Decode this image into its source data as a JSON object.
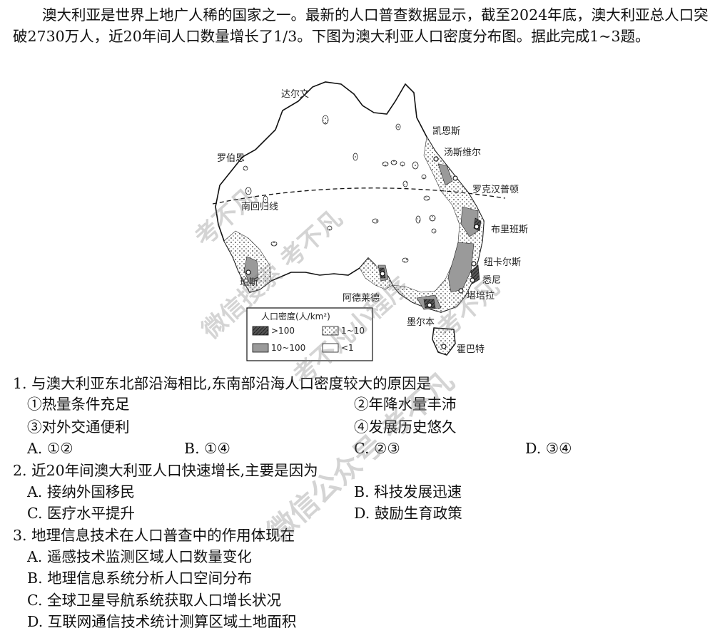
{
  "intro": "澳大利亚是世界上地广人稀的国家之一。最新的人口普查数据显示，截至2024年底，澳大利亚总人口突破2730万人，近20年间人口数量增长了1/3。下图为澳大利亚人口密度分布图。据此完成1~3题。",
  "map": {
    "cities": {
      "darwin": "达尔文",
      "cairns": "凯恩斯",
      "townsville": "汤斯维尔",
      "broome": "罗伯恩",
      "rockhampton": "罗克汉普顿",
      "tropic": "南回归线",
      "brisbane": "布里班斯",
      "newcastle": "纽卡尔斯",
      "sydney": "悉尼",
      "canberra": "堪培拉",
      "perth": "珀斯",
      "adelaide": "阿德莱德",
      "melbourne": "墨尔本",
      "hobart": "霍巴特"
    },
    "legend": {
      "title": "人口密度(人/km²)",
      "items": [
        ">100",
        "1~10",
        "10~100",
        "<1"
      ]
    }
  },
  "questions": [
    {
      "stem": "1. 与澳大利亚东北部沿海相比,东南部沿海人口密度较大的原因是",
      "statements": [
        "①热量条件充足",
        "②年降水量丰沛",
        "③对外交通便利",
        "④发展历史悠久"
      ],
      "options": [
        "A. ①②",
        "B. ①④",
        "C. ②③",
        "D. ③④"
      ]
    },
    {
      "stem": "2. 近20年间澳大利亚人口快速增长,主要是因为",
      "options": [
        "A. 接纳外国移民",
        "B. 科技发展迅速",
        "C. 医疗水平提升",
        "D. 鼓励生育政策"
      ]
    },
    {
      "stem": "3. 地理信息技术在人口普查中的作用体现在",
      "options": [
        "A. 遥感技术监测区域人口数量变化",
        "B. 地理信息系统分析人口空间分布",
        "C. 全球卫星导航系统获取人口增长状况",
        "D. 互联网通信技术统计测算区域土地面积"
      ]
    }
  ],
  "watermarks": [
    "考不凡",
    "微信搜索 考不凡",
    "考不凡小程序",
    "考不凡",
    "微信公众号 考不凡"
  ],
  "colors": {
    "text": "#111111",
    "watermark": "#9a9a9a"
  }
}
